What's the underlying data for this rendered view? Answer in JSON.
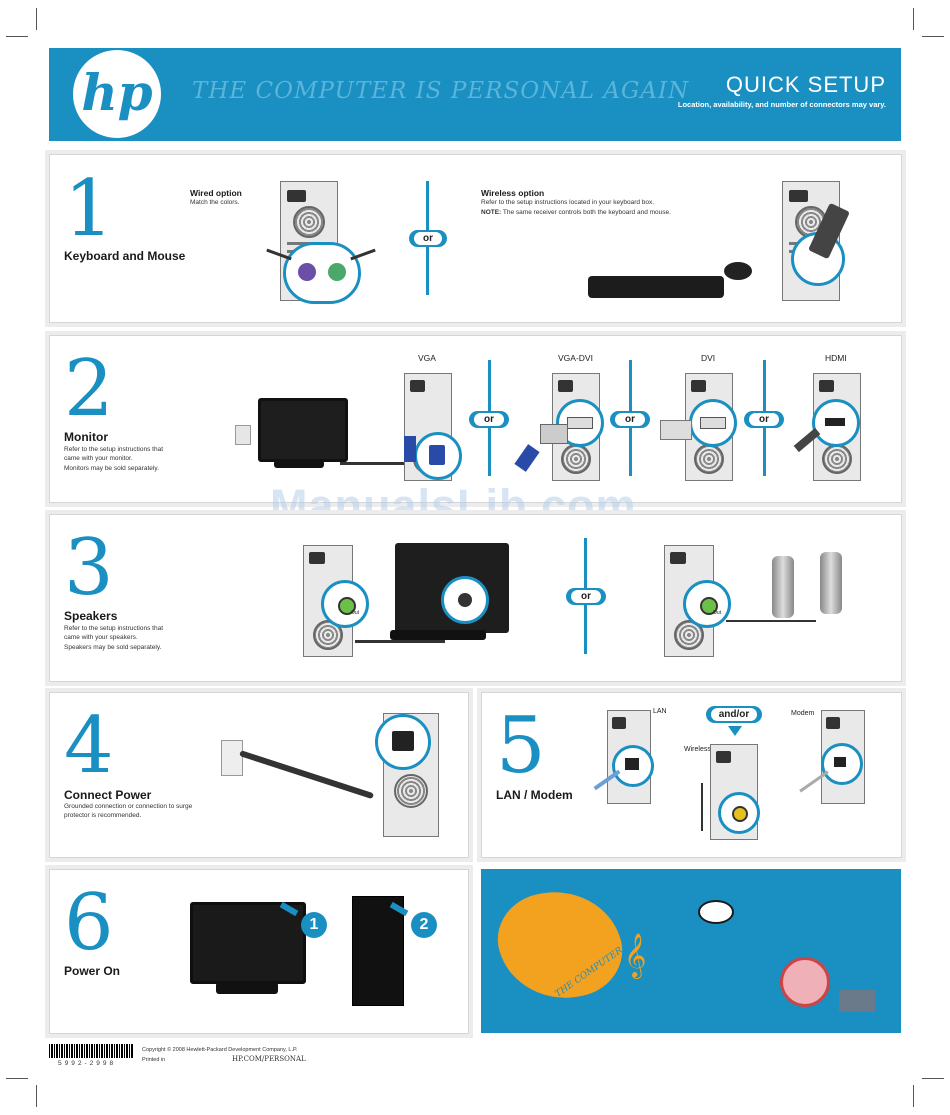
{
  "header": {
    "logo_text": "hp",
    "tagline": "THE COMPUTER IS PERSONAL AGAIN",
    "title": "QUICK SETUP",
    "subtitle": "Location, availability, and number of connectors may vary."
  },
  "step1": {
    "number": "1",
    "title": "Keyboard and Mouse",
    "wired_title": "Wired option",
    "wired_text": "Match the colors.",
    "or": "or",
    "wireless_title": "Wireless option",
    "wireless_text": "Refer to the setup instructions located in your keyboard box.",
    "note_label": "NOTE:",
    "note_text": " The same receiver controls both the keyboard and mouse."
  },
  "step2": {
    "number": "2",
    "title": "Monitor",
    "red_text": "Refer to the setup instructions that came with your monitor.",
    "note": "Monitors may be sold separately.",
    "connectors": [
      "VGA",
      "VGA-DVI",
      "DVI",
      "HDMI"
    ],
    "or": "or"
  },
  "step3": {
    "number": "3",
    "title": "Speakers",
    "red_text": "Refer to the setup instructions that came with your speakers.",
    "note": "Speakers may be sold separately.",
    "out_label": "Out",
    "or": "or"
  },
  "step4": {
    "number": "4",
    "title": "Connect Power",
    "note": "Grounded connection or connection to surge protector is recommended."
  },
  "step5": {
    "number": "5",
    "title": "LAN / Modem",
    "lan": "LAN",
    "andor": "and/or",
    "modem": "Modem",
    "wireless": "Wireless"
  },
  "step6": {
    "number": "6",
    "title": "Power On",
    "badge1": "1",
    "badge2": "2"
  },
  "promo": {
    "tagline": "THE COMPUTER IS PERSONAL AGAIN"
  },
  "watermark": "ManualsLib.com",
  "footer": {
    "barcode_number": "5992-2998",
    "copyright": "Copyright © 2008 Hewlett-Packard Development Company, L.P.",
    "printed": "Printed in",
    "url": "HP.COM/PERSONAL"
  },
  "colors": {
    "brand_blue": "#1a8fc2",
    "red": "#c9302c"
  }
}
